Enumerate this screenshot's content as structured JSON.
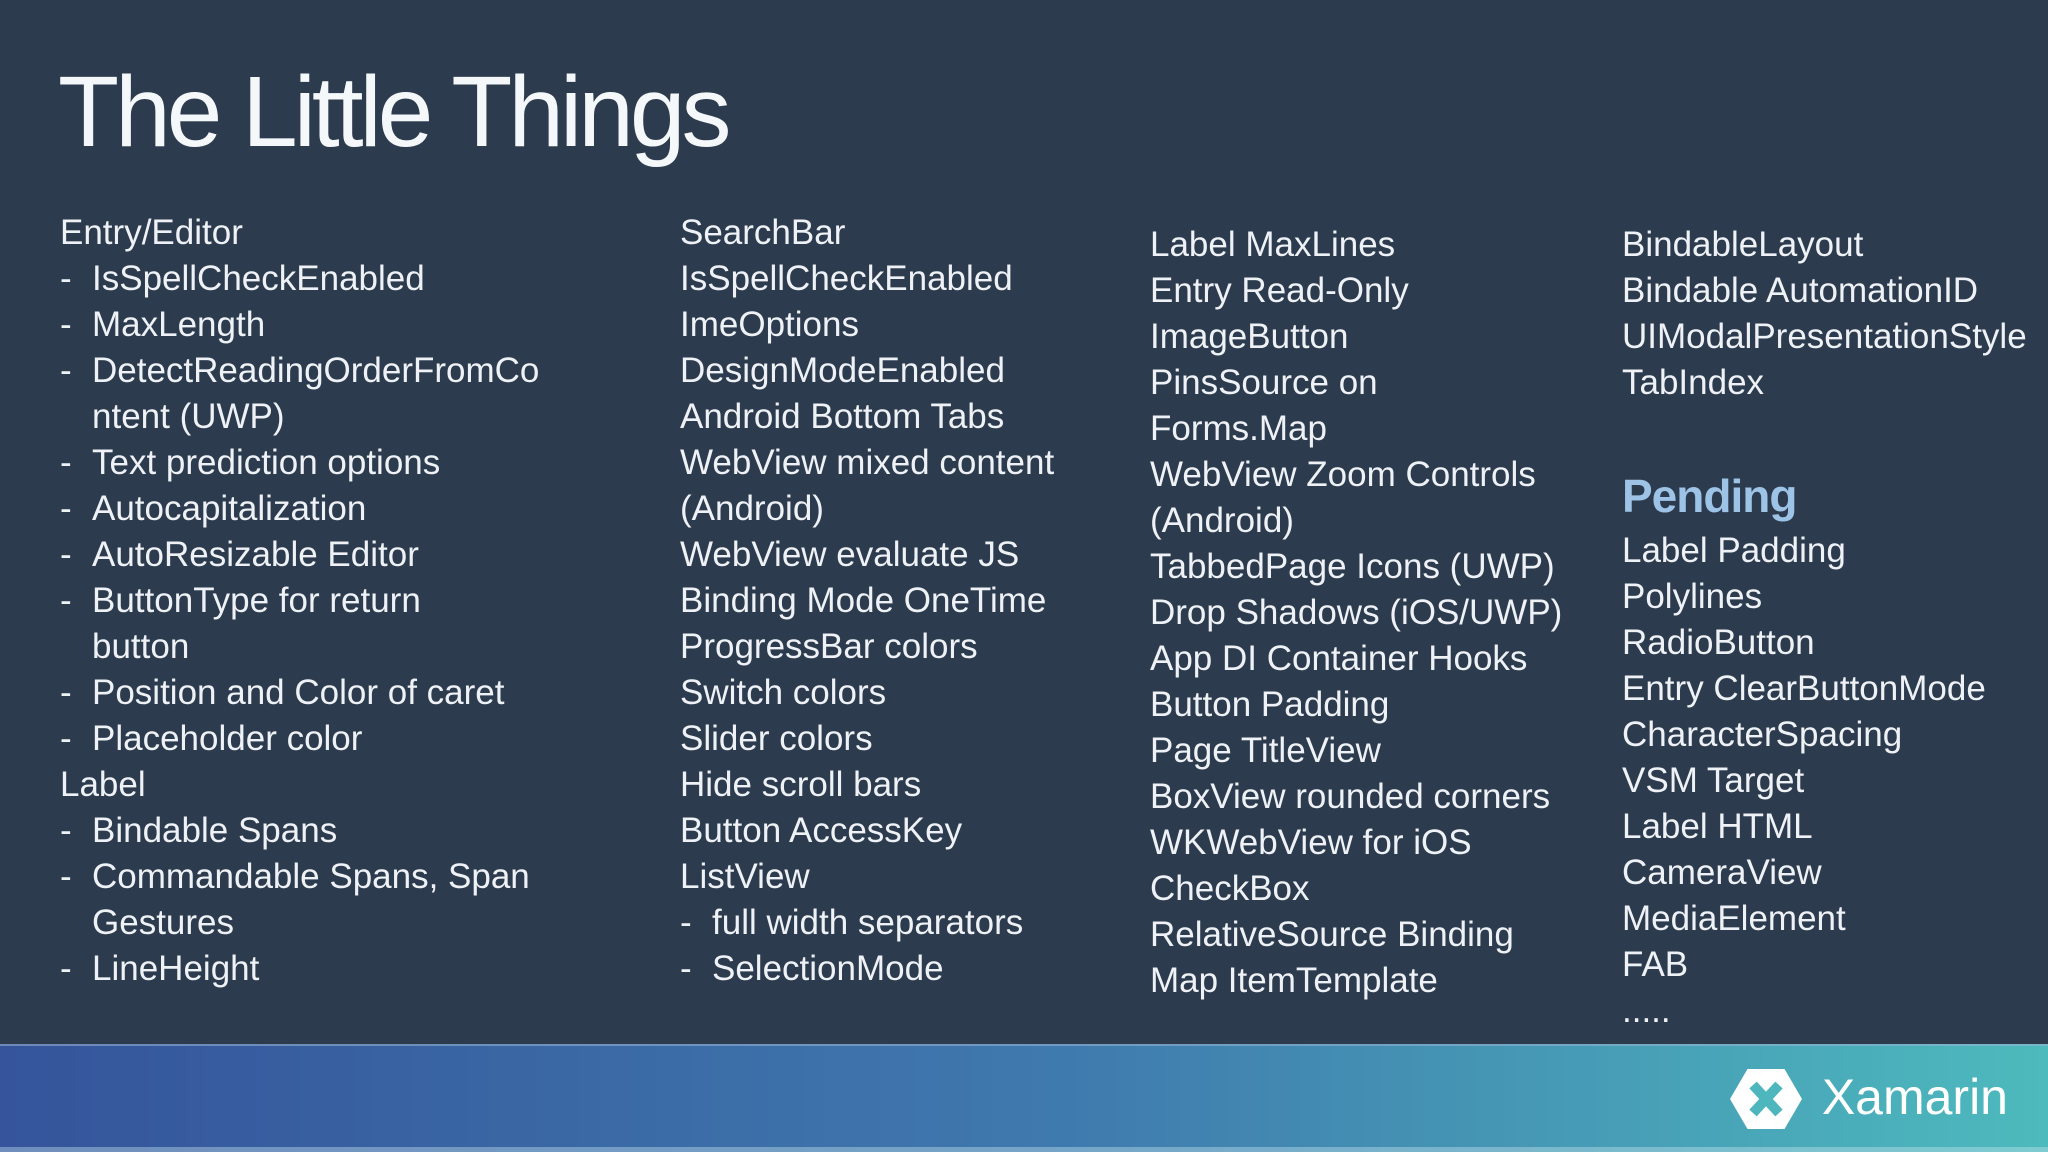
{
  "slide": {
    "title": "The Little Things",
    "background_color": "#2d3b4e",
    "text_color": "#eef2f6",
    "pending_heading_color": "#9dc3e6",
    "footer": {
      "gradient_left": "#35549b",
      "gradient_mid": "#3f7aae",
      "gradient_right": "#4dbabd",
      "brand": "Xamarin",
      "logo_icon": "hexagon-x-icon",
      "logo_color": "#ffffff"
    }
  },
  "columns": [
    {
      "items": [
        {
          "t": "Entry/Editor",
          "s": "plain"
        },
        {
          "t": "IsSpellCheckEnabled",
          "s": "bullet"
        },
        {
          "t": "MaxLength",
          "s": "bullet"
        },
        {
          "t": "DetectReadingOrderFromCo",
          "s": "bullet"
        },
        {
          "t": "ntent (UWP)",
          "s": "cont"
        },
        {
          "t": "Text prediction options",
          "s": "bullet"
        },
        {
          "t": "Autocapitalization",
          "s": "bullet"
        },
        {
          "t": "AutoResizable Editor",
          "s": "bullet"
        },
        {
          "t": "ButtonType for return",
          "s": "bullet"
        },
        {
          "t": "button",
          "s": "cont"
        },
        {
          "t": "Position and Color of caret",
          "s": "bullet"
        },
        {
          "t": "Placeholder color",
          "s": "bullet"
        },
        {
          "t": "Label",
          "s": "plain"
        },
        {
          "t": "Bindable Spans",
          "s": "bullet"
        },
        {
          "t": "Commandable Spans, Span",
          "s": "bullet"
        },
        {
          "t": "Gestures",
          "s": "cont"
        },
        {
          "t": "LineHeight",
          "s": "bullet"
        }
      ]
    },
    {
      "items": [
        {
          "t": "SearchBar",
          "s": "plain"
        },
        {
          "t": "IsSpellCheckEnabled",
          "s": "plain"
        },
        {
          "t": "ImeOptions",
          "s": "plain"
        },
        {
          "t": "DesignModeEnabled",
          "s": "plain"
        },
        {
          "t": "Android Bottom Tabs",
          "s": "plain"
        },
        {
          "t": "WebView mixed content",
          "s": "plain"
        },
        {
          "t": "(Android)",
          "s": "plain"
        },
        {
          "t": "WebView evaluate JS",
          "s": "plain"
        },
        {
          "t": "Binding Mode OneTime",
          "s": "plain"
        },
        {
          "t": "ProgressBar colors",
          "s": "plain"
        },
        {
          "t": "Switch colors",
          "s": "plain"
        },
        {
          "t": "Slider colors",
          "s": "plain"
        },
        {
          "t": "Hide scroll bars",
          "s": "plain"
        },
        {
          "t": "Button AccessKey",
          "s": "plain"
        },
        {
          "t": "ListView",
          "s": "plain"
        },
        {
          "t": "full width separators",
          "s": "bullet"
        },
        {
          "t": "SelectionMode",
          "s": "bullet"
        }
      ]
    },
    {
      "items": [
        {
          "t": "Label MaxLines",
          "s": "plain"
        },
        {
          "t": "Entry Read-Only",
          "s": "plain"
        },
        {
          "t": "ImageButton",
          "s": "plain"
        },
        {
          "t": "PinsSource on",
          "s": "plain"
        },
        {
          "t": "Forms.Map",
          "s": "plain"
        },
        {
          "t": "WebView Zoom Controls",
          "s": "plain"
        },
        {
          "t": "(Android)",
          "s": "plain"
        },
        {
          "t": "TabbedPage Icons (UWP)",
          "s": "plain"
        },
        {
          "t": "Drop Shadows (iOS/UWP)",
          "s": "plain"
        },
        {
          "t": "App DI Container Hooks",
          "s": "plain"
        },
        {
          "t": "Button Padding",
          "s": "plain"
        },
        {
          "t": "Page TitleView",
          "s": "plain"
        },
        {
          "t": "BoxView rounded corners",
          "s": "plain"
        },
        {
          "t": "WKWebView for iOS",
          "s": "plain"
        },
        {
          "t": "CheckBox",
          "s": "plain"
        },
        {
          "t": "RelativeSource Binding",
          "s": "plain"
        },
        {
          "t": "Map ItemTemplate",
          "s": "plain"
        }
      ]
    },
    {
      "items": [
        {
          "t": "BindableLayout",
          "s": "plain"
        },
        {
          "t": "Bindable AutomationID",
          "s": "plain"
        },
        {
          "t": "UIModalPresentationStyle",
          "s": "plain"
        },
        {
          "t": "TabIndex",
          "s": "plain"
        },
        {
          "t": "",
          "s": "gap"
        },
        {
          "t": "Pending",
          "s": "pending"
        },
        {
          "t": "Label Padding",
          "s": "plain"
        },
        {
          "t": "Polylines",
          "s": "plain"
        },
        {
          "t": "RadioButton",
          "s": "plain"
        },
        {
          "t": "Entry ClearButtonMode",
          "s": "plain"
        },
        {
          "t": "CharacterSpacing",
          "s": "plain"
        },
        {
          "t": "VSM Target",
          "s": "plain"
        },
        {
          "t": "Label HTML",
          "s": "plain"
        },
        {
          "t": "CameraView",
          "s": "plain"
        },
        {
          "t": "MediaElement",
          "s": "plain"
        },
        {
          "t": "FAB",
          "s": "plain"
        },
        {
          "t": ".....",
          "s": "plain"
        }
      ]
    }
  ]
}
